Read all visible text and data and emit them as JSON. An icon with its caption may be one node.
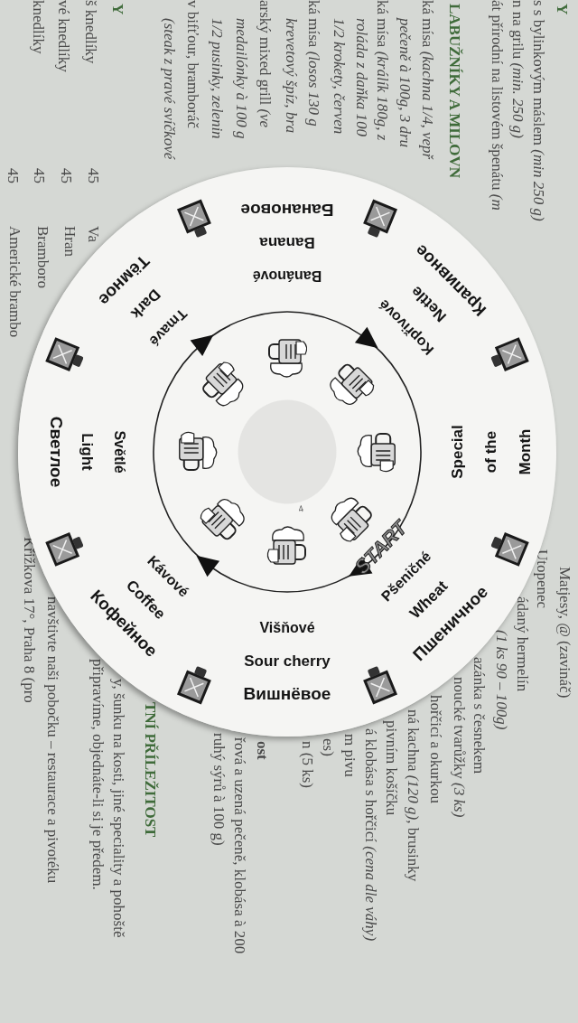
{
  "diagram": {
    "nodes": [
      {
        "text": [
          "START",
          "Pšeničné",
          "Wheat",
          "Пшеничное",
          "Višňové",
          "Sour cherry",
          "Вишнёвое",
          "Kávové",
          "Coffee",
          "Кофейное",
          "Světlé",
          "Light",
          "Светлое",
          "Tmavé",
          "Dark",
          "Тёмное",
          "Banánové",
          "Banana",
          "Банановое",
          "Kopřivové",
          "Nettle",
          "Крапивное",
          "Special of the Month",
          "4"
        ]
      }
    ],
    "labels": [
      "Y",
      "s s bylinkovým máslem *(min 250 g)*",
      "n na grilu *(min. 250 g)*",
      "át přírodní na listovém špenátu *(m*",
      "LABUŽNÍKY A MILOVN",
      "ká mísa *(kachna 1/4, vepř*",
      "pečeně à 100g, 3 dru",
      "ká mísa *(králík 180g, z*",
      "roláda z daňka 100",
      "1/2 krokety, červen",
      "ká mísa *(losos 130 g*",
      "krevetový špíz, bra",
      "arský mixed grill *(ve*",
      "medailónky à 100 g",
      "1/2 pusinky, zelenin",
      "v bifťour, bramboráč",
      "(steak z pravé svíčkové",
      "Y",
      "š knedlíky",
      "vé knedlíky",
      "knedlíky",
      "45",
      "45",
      "45",
      "45",
      "Va",
      "Hran",
      "Bramboro",
      "Americké brambo",
      "Matjesy, @ (zavináč)",
      "Utopenec",
      "ádaný hermelín",
      "(1 ks 90 – 100g)",
      "azánka s česnekem",
      "noucké tvarůžky *(3 ks)*",
      "hořčicí a okurkou",
      "ná kachna *(120 g)*, brusinky",
      "pivním košíčku",
      "á klobása s hořčicí *(cena dle váhy)*",
      "m pivu",
      "es)",
      "n (5 ks)",
      "ost",
      "řová a uzená pečeně, klobása à 200",
      "ruhý sýrů à 100 g)",
      "TNÍ PŘÍLEŽITOST",
      "y, šunku na kosti, jiné speciality a pohoště",
      "připravíme, objednáte-li si je předem.",
      "navštivte naši pobočku – restaurace a pivotéku",
      "Křižkova 17°, Praha 8 (pro"
    ]
  }
}
